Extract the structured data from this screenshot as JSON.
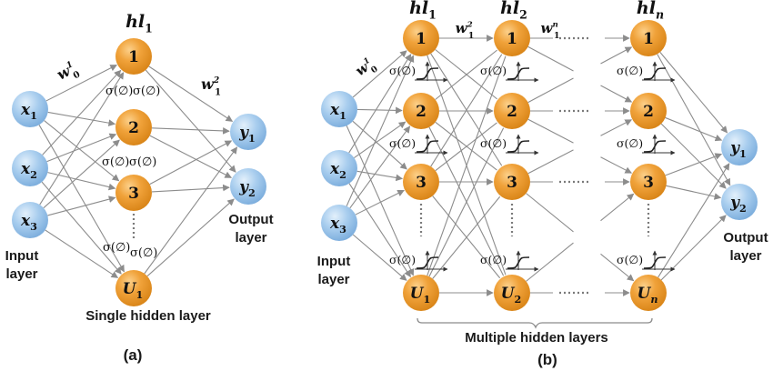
{
  "figure": {
    "panel_a": {
      "caption": "(a)",
      "layer_title": "Single hidden layer",
      "hidden_header": {
        "base": "hl",
        "sub": "1"
      },
      "input_label": [
        "Input",
        "layer"
      ],
      "output_label": [
        "Output",
        "layer"
      ],
      "weights": [
        {
          "base": "w",
          "sub": "0",
          "sup": "1"
        },
        {
          "base": "w",
          "sub": "1",
          "sup": "2"
        }
      ],
      "inputs": [
        {
          "base": "x",
          "sub": "1"
        },
        {
          "base": "x",
          "sub": "2"
        },
        {
          "base": "x",
          "sub": "3"
        }
      ],
      "hidden": [
        {
          "label": "1"
        },
        {
          "label": "2"
        },
        {
          "label": "3"
        },
        {
          "base": "U",
          "sub": "1"
        }
      ],
      "outputs": [
        {
          "base": "y",
          "sub": "1"
        },
        {
          "base": "y",
          "sub": "2"
        }
      ],
      "activation_text": "σ(∅)"
    },
    "panel_b": {
      "caption": "(b)",
      "layer_title": "Multiple hidden layers",
      "input_label": [
        "Input",
        "layer"
      ],
      "output_label": [
        "Output",
        "layer"
      ],
      "hidden_headers": [
        {
          "base": "hl",
          "sub": "1"
        },
        {
          "base": "hl",
          "sub": "2"
        },
        {
          "base": "hl",
          "sub": "n"
        }
      ],
      "weights": [
        {
          "base": "w",
          "sub": "0",
          "sup": "1"
        },
        {
          "base": "w",
          "sub": "1",
          "sup": "2"
        },
        {
          "base": "w",
          "sub": "1",
          "sup": "n"
        }
      ],
      "inputs": [
        {
          "base": "x",
          "sub": "1"
        },
        {
          "base": "x",
          "sub": "2"
        },
        {
          "base": "x",
          "sub": "3"
        }
      ],
      "hidden_columns": [
        [
          {
            "label": "1"
          },
          {
            "label": "2"
          },
          {
            "label": "3"
          },
          {
            "base": "U",
            "sub": "1"
          }
        ],
        [
          {
            "label": "1"
          },
          {
            "label": "2"
          },
          {
            "label": "3"
          },
          {
            "base": "U",
            "sub": "2"
          }
        ],
        [
          {
            "label": "1"
          },
          {
            "label": "2"
          },
          {
            "label": "3"
          },
          {
            "base": "U",
            "sub": "n"
          }
        ]
      ],
      "outputs": [
        {
          "base": "y",
          "sub": "1"
        },
        {
          "base": "y",
          "sub": "2"
        }
      ],
      "activation_text": "σ(∅)"
    },
    "colors": {
      "input_node": "#9ec5e8",
      "hidden_node": "#f0a030",
      "output_node": "#9ec5e8",
      "edge": "#8c8c8c"
    }
  }
}
